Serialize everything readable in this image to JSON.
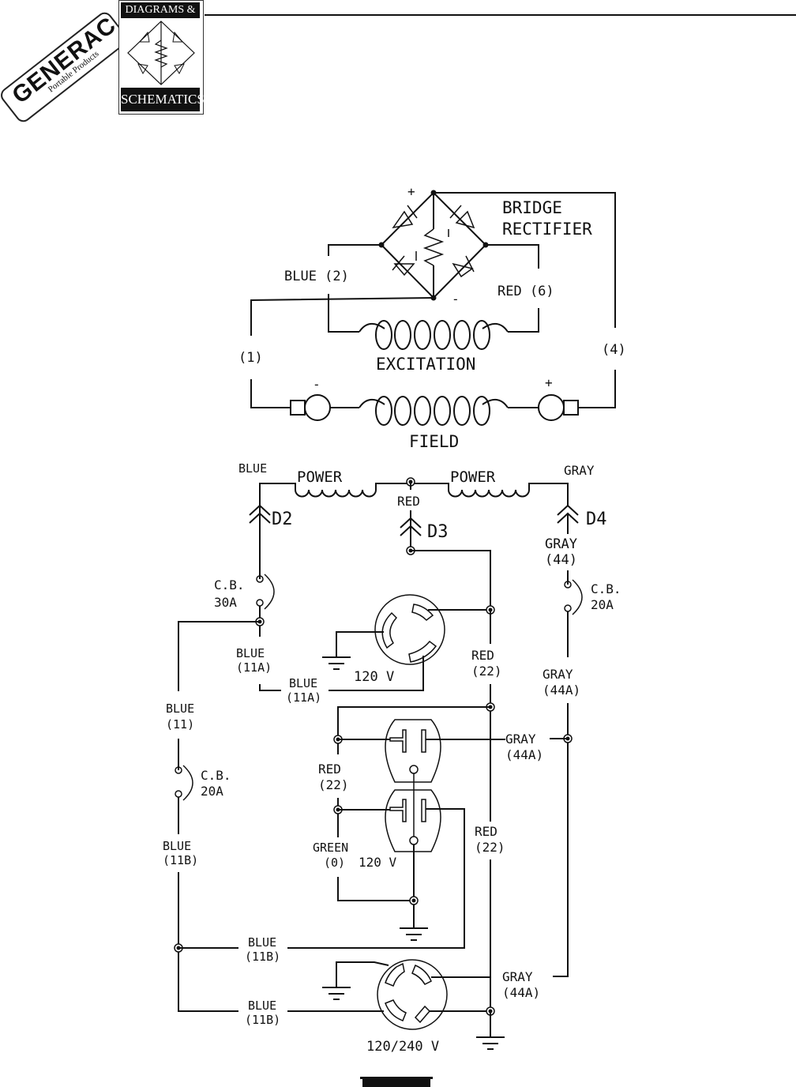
{
  "header": {
    "brand_logo": "GENERAC",
    "brand_sub": "Portable Products",
    "section_logo_top": "DIAGRAMS &",
    "section_logo_bottom": "SCHEMATICS"
  },
  "rectifier": {
    "title_line1": "BRIDGE",
    "title_line2": "RECTIFIER",
    "plus": "+",
    "minus": "-",
    "blue_lead": "BLUE (2)",
    "red_lead": "RED (6)"
  },
  "excitation": {
    "label": "EXCITATION"
  },
  "field": {
    "label": "FIELD",
    "minus": "-",
    "plus": "+",
    "left_wire": "(1)",
    "right_wire": "(4)"
  },
  "power": {
    "winding1_label": "POWER",
    "winding2_label": "POWER",
    "blue_lead": "BLUE",
    "gray_lead": "GRAY",
    "red_tap": "RED",
    "d2": "D2",
    "d3": "D3",
    "d4": "D4",
    "gray44_line1": "GRAY",
    "gray44_line2": "(44)"
  },
  "breakers": {
    "cb30": {
      "line1": "C.B.",
      "line2": "30A"
    },
    "cb20_right": {
      "line1": "C.B.",
      "line2": "20A"
    },
    "cb20_left": {
      "line1": "C.B.",
      "line2": "20A"
    }
  },
  "wires": {
    "blue11a_a": {
      "line1": "BLUE",
      "line2": "(11A)"
    },
    "blue11a_b": {
      "line1": "BLUE",
      "line2": "(11A)"
    },
    "blue11": {
      "line1": "BLUE",
      "line2": "(11)"
    },
    "blue11b_a": {
      "line1": "BLUE",
      "line2": "(11B)"
    },
    "blue11b_b": {
      "line1": "BLUE",
      "line2": "(11B)"
    },
    "blue11b_c": {
      "line1": "BLUE",
      "line2": "(11B)"
    },
    "red22_a": {
      "line1": "RED",
      "line2": "(22)"
    },
    "red22_b": {
      "line1": "RED",
      "line2": "(22)"
    },
    "red22_c": {
      "line1": "RED",
      "line2": "(22)"
    },
    "gray44a_a": {
      "line1": "GRAY",
      "line2": "(44A)"
    },
    "gray44a_b": {
      "line1": "GRAY",
      "line2": "(44A)"
    },
    "gray44a_c": {
      "line1": "GRAY",
      "line2": "(44A)"
    },
    "green0": {
      "line1": "GREEN",
      "line2": "(0)"
    }
  },
  "receptacles": {
    "twistlock_120": "120 V",
    "duplex_120": "120 V",
    "twistlock_120_240": "120/240 V"
  }
}
